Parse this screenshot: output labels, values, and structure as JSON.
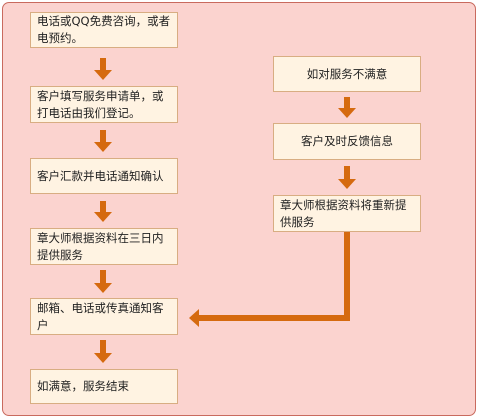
{
  "flowchart": {
    "left_steps": [
      "电话或QQ免费咨询，或者电预约。",
      "客户填写服务申请单，或打电话由我们登记。",
      "客户汇款并电话通知确认",
      "章大师根据资料在三日内提供服务",
      "邮箱、电话或传真通知客户",
      "如满意，服务结束"
    ],
    "right_steps": [
      "如对服务不满意",
      "客户及时反馈信息",
      "章大师根据资料将重新提供服务"
    ]
  },
  "colors": {
    "panel_background": "#fbd3cf",
    "panel_border": "#c96a5e",
    "box_background": "#fff3e2",
    "box_border": "#d8ad82",
    "arrow": "#d56a0f"
  }
}
